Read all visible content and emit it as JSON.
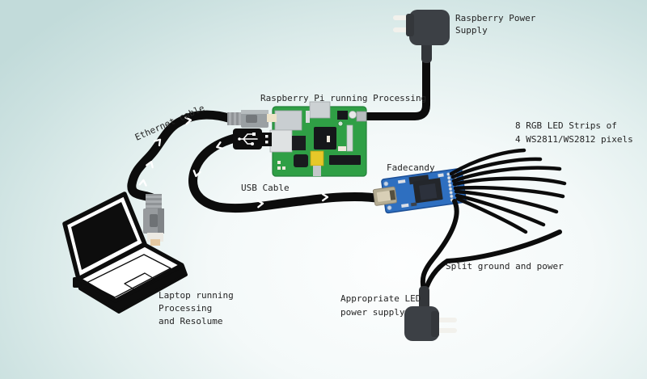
{
  "title": "LED wiring diagram: laptop, Raspberry Pi, Fadecandy and LED strips",
  "labels": {
    "raspberry_power": {
      "line1": "Raspberry Power",
      "line2": "Supply"
    },
    "raspberry_pi": "Raspberry Pi running Processing",
    "ethernet_cable": "Ethernet cable",
    "usb_cable": "USB Cable",
    "fadecandy": "Fadecandy",
    "led_strips": {
      "line1": "8 RGB LED Strips of",
      "line2": "4 WS2811/WS2812 pixels"
    },
    "split": "Split ground and power",
    "led_power": {
      "line1": "Appropriate LED",
      "line2": "power supply"
    },
    "laptop": {
      "line1": "Laptop running",
      "line2": "Processing",
      "line3": "and Resolume"
    }
  },
  "diagram": {
    "led_strip_wire_count": 8,
    "nodes": [
      "Laptop",
      "Raspberry Pi",
      "Fadecandy",
      "Raspberry Power Supply",
      "LED power supply",
      "RGB LED strips"
    ],
    "connections": [
      {
        "from": "Laptop",
        "to": "Raspberry Pi",
        "via": "Ethernet cable"
      },
      {
        "from": "Raspberry Pi",
        "to": "Fadecandy",
        "via": "USB Cable"
      },
      {
        "from": "Raspberry Power Supply",
        "to": "Raspberry Pi",
        "via": "power cord"
      },
      {
        "from": "Fadecandy",
        "to": "RGB LED strips",
        "via": "8 wires"
      },
      {
        "from": "RGB LED strips",
        "to": "LED power supply",
        "via": "Split ground and power"
      }
    ]
  },
  "colors": {
    "background_edge": "#c2dbda",
    "background_center": "#fdfefe",
    "cable": "#0c0c0c",
    "pi_board": "#2f9f45",
    "fadecandy_board": "#2e6fc0",
    "plug_body": "#3c4045",
    "text": "#242424",
    "rca_yellow": "#e6c829"
  }
}
